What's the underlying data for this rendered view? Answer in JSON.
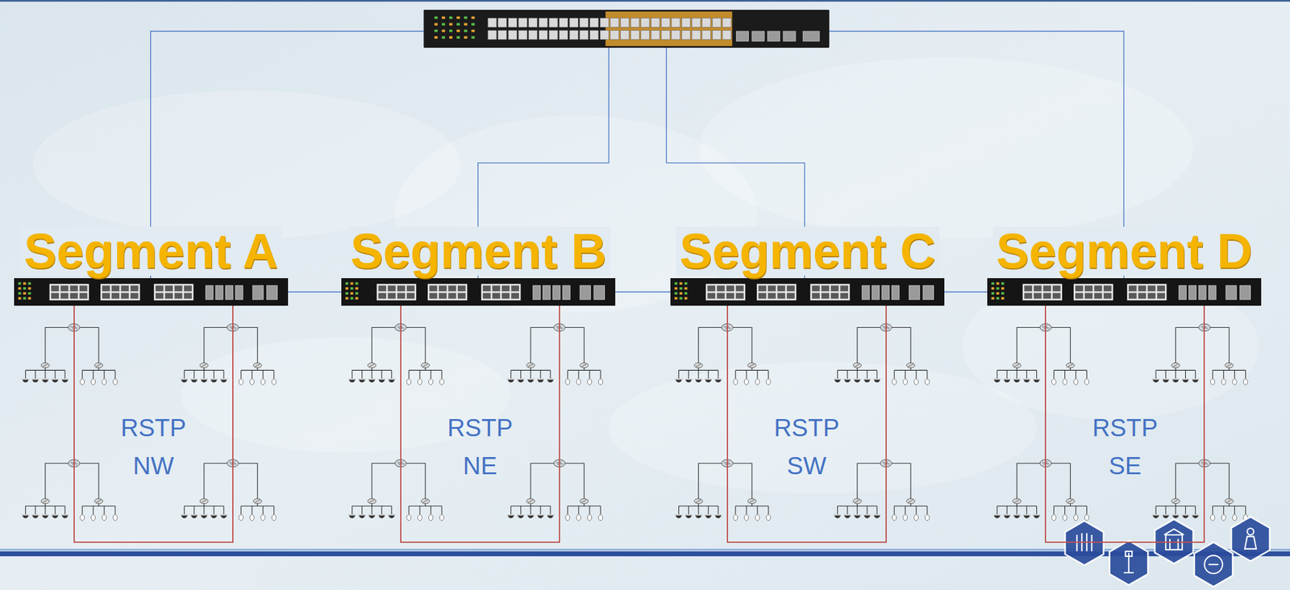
{
  "diagram": {
    "nodes": [
      {
        "text": [
          "Segment A"
        ]
      },
      {
        "text": [
          "Segment B"
        ]
      },
      {
        "text": [
          "Segment C"
        ]
      },
      {
        "text": [
          "Segment D"
        ]
      },
      {
        "text": [
          "RSTP NW"
        ]
      },
      {
        "text": [
          "RSTP NE"
        ]
      },
      {
        "text": [
          "RSTP SW"
        ]
      },
      {
        "text": [
          "RSTP SE"
        ]
      }
    ],
    "edges": [
      {
        "from": 0,
        "to": 1,
        "arrow": "none"
      },
      {
        "from": 1,
        "to": 2,
        "arrow": "none"
      },
      {
        "from": 2,
        "to": 3,
        "arrow": "none"
      }
    ]
  }
}
